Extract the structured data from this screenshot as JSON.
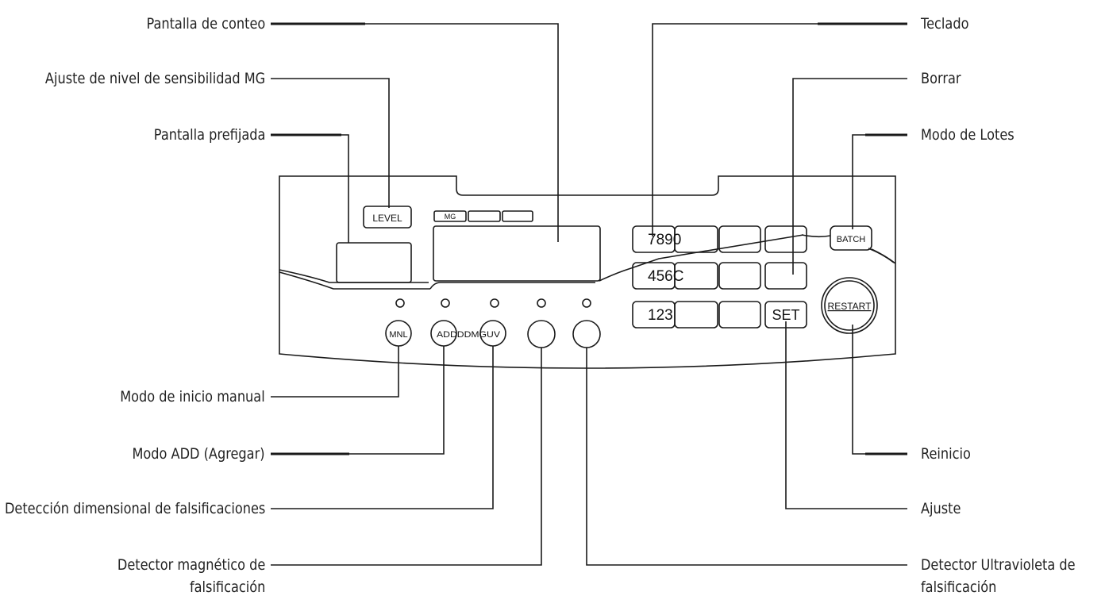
{
  "callouts": {
    "pantalla_conteo": "Pantalla de conteo",
    "ajuste_nivel": "Ajuste de nivel de sensibilidad MG",
    "pantalla_prefijada": "Pantalla prefijada",
    "modo_inicio_manual": "Modo de inicio manual",
    "modo_add": "Modo ADD (Agregar)",
    "deteccion_dimensional": "Detección dimensional de falsificaciones",
    "detector_magnetico_1": "Detector magnético de",
    "detector_magnetico_2": "falsificación",
    "teclado": "Teclado",
    "borrar": "Borrar",
    "modo_lotes": "Modo de Lotes",
    "reinicio": "Reinicio",
    "ajuste": "Ajuste",
    "detector_uv_1": "Detector Ultravioleta de",
    "detector_uv_2": "falsificación"
  },
  "panel": {
    "level_label": "LEVEL",
    "mg_label": "MG",
    "key_row1": "7890",
    "key_row2": "456C",
    "key_row3": "123",
    "set_label": "SET",
    "batch_label": "BATCH",
    "restart_label": "RESTART",
    "mnl_label": "MNL",
    "add_dd_mg_uv_label": "ADDDDMGUV"
  },
  "colors": {
    "line": "#1a1a1a",
    "text": "#222222"
  }
}
